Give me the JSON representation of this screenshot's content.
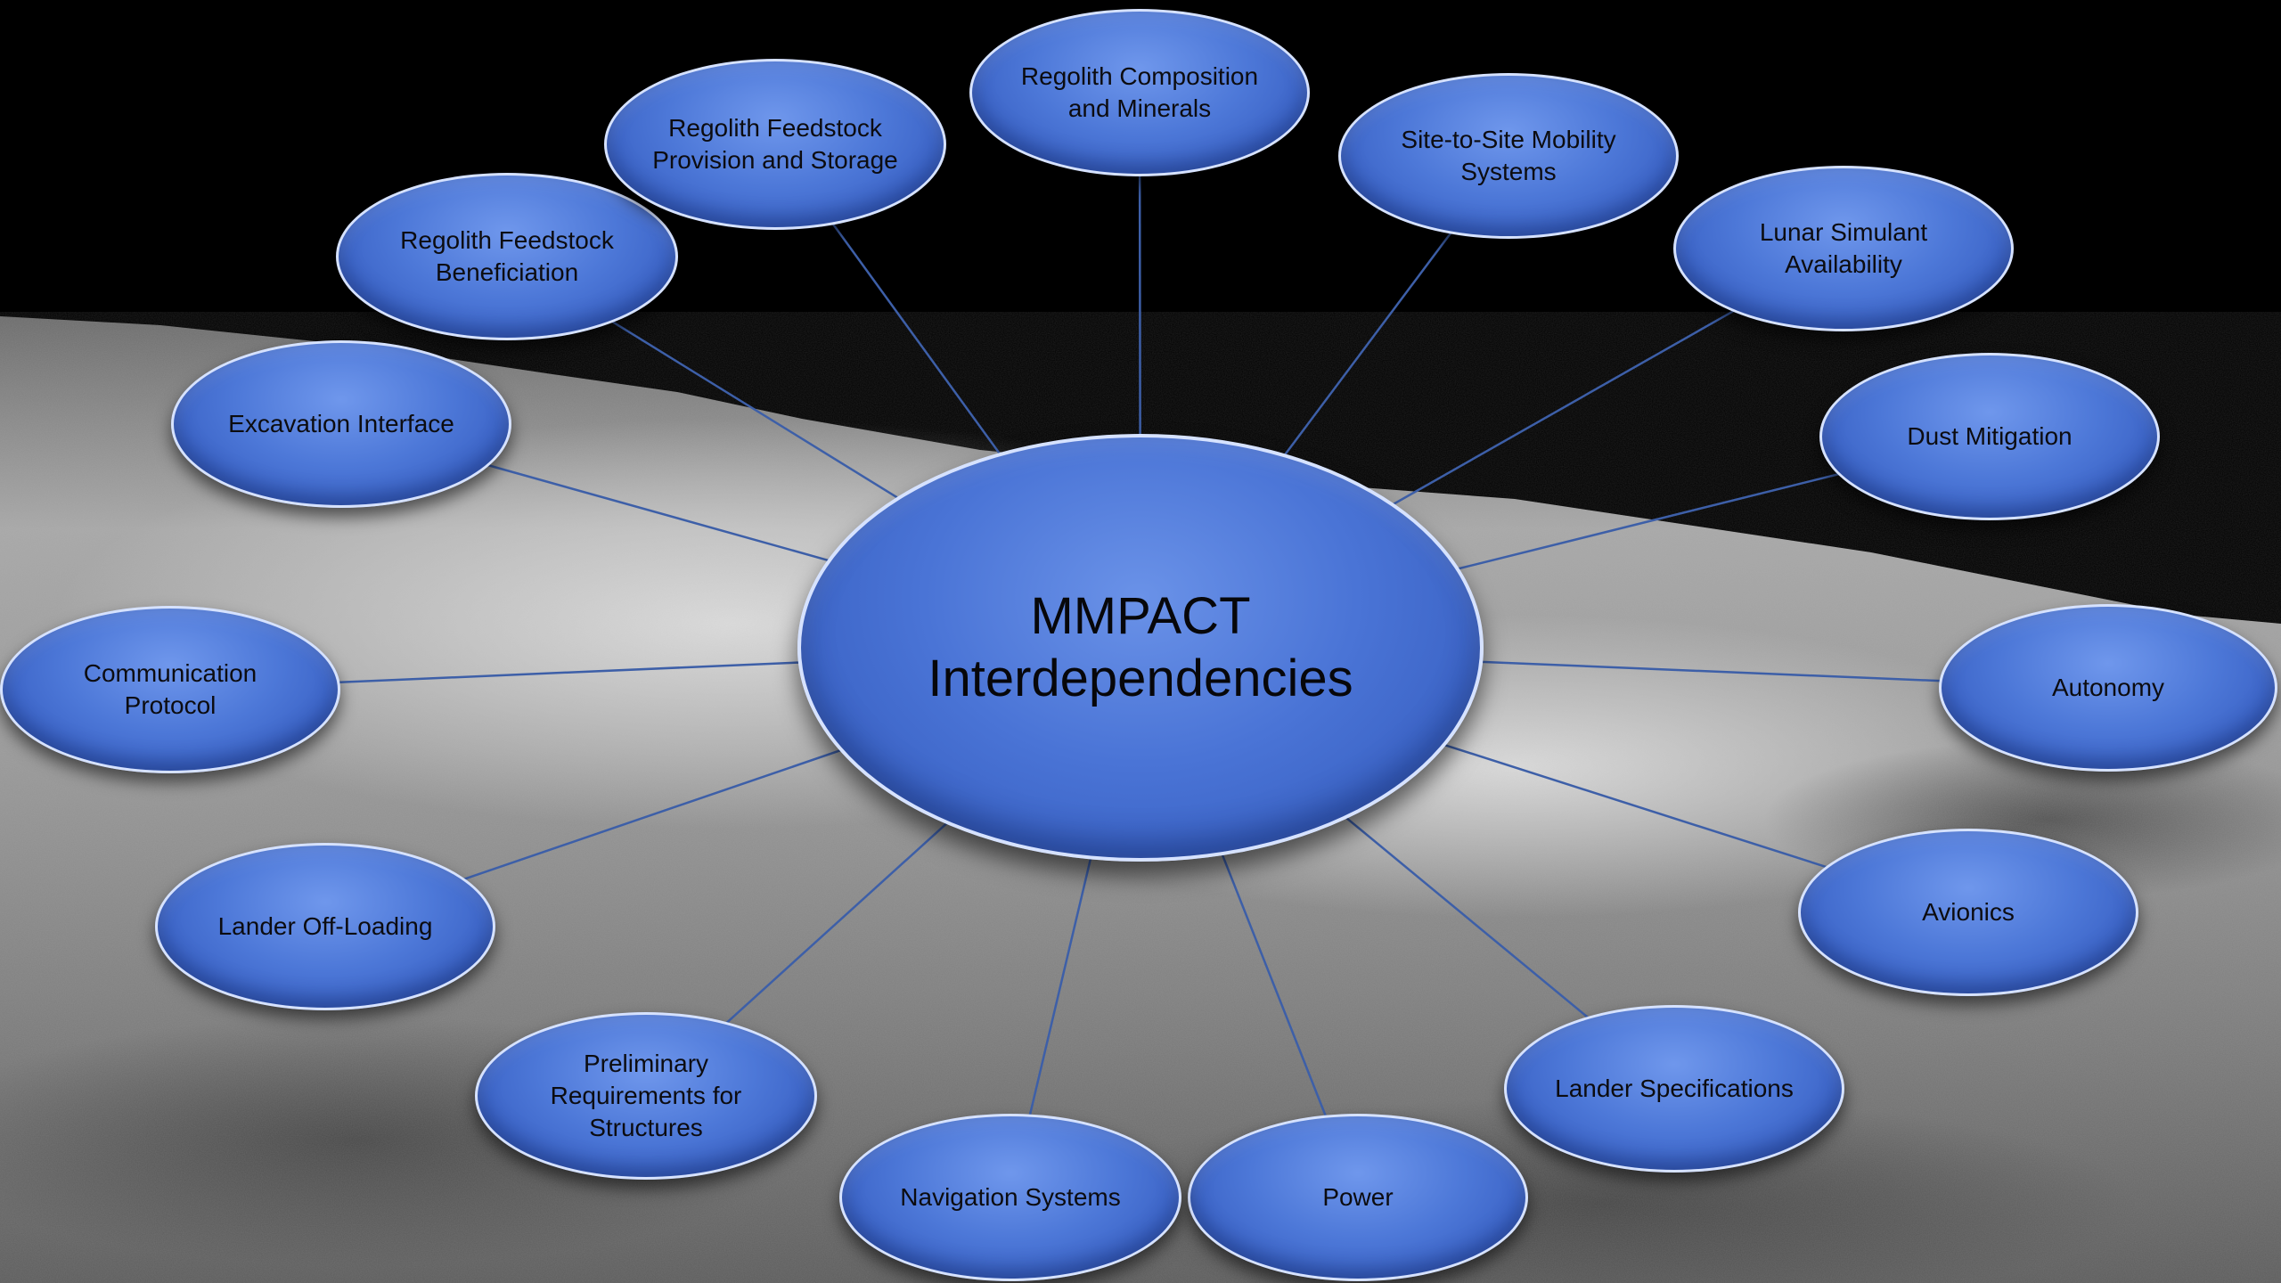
{
  "center": {
    "label": "MMPACT Interdependencies"
  },
  "nodes": [
    {
      "id": "regolith-composition-and-minerals",
      "label": "Regolith Composition and Minerals"
    },
    {
      "id": "site-to-site-mobility-systems",
      "label": "Site-to-Site Mobility Systems"
    },
    {
      "id": "lunar-simulant-availability",
      "label": "Lunar Simulant Availability"
    },
    {
      "id": "dust-mitigation",
      "label": "Dust Mitigation"
    },
    {
      "id": "autonomy",
      "label": "Autonomy"
    },
    {
      "id": "avionics",
      "label": "Avionics"
    },
    {
      "id": "lander-specifications",
      "label": "Lander Specifications"
    },
    {
      "id": "power",
      "label": "Power"
    },
    {
      "id": "navigation-systems",
      "label": "Navigation Systems"
    },
    {
      "id": "preliminary-requirements-for-structures",
      "label": "Preliminary Requirements for Structures"
    },
    {
      "id": "lander-off-loading",
      "label": "Lander Off-Loading"
    },
    {
      "id": "communication-protocol",
      "label": "Communication Protocol"
    },
    {
      "id": "excavation-interface",
      "label": "Excavation Interface"
    },
    {
      "id": "regolith-feedstock-beneficiation",
      "label": "Regolith Feedstock Beneficiation"
    },
    {
      "id": "regolith-feedstock-provision-and-storage",
      "label": "Regolith Feedstock Provision and Storage"
    }
  ],
  "colors": {
    "node_fill": "#4d78d8",
    "node_border": "#d6e2ff",
    "connector": "#3d5fa8",
    "sky": "#000000",
    "terrain": "#8e8e8e"
  }
}
